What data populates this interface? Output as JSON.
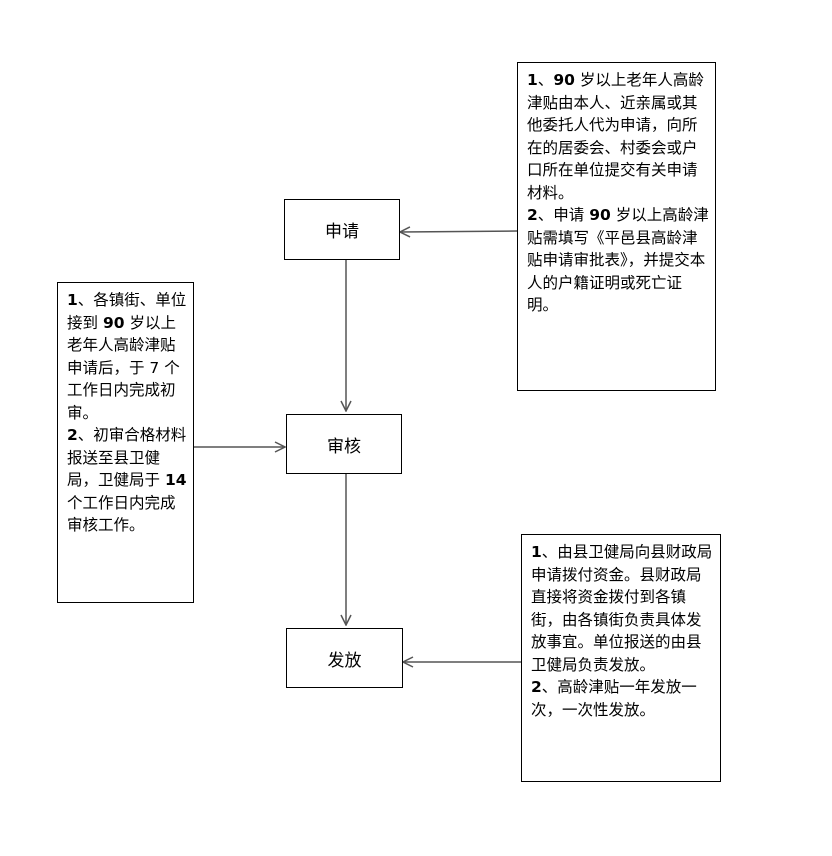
{
  "diagram": {
    "steps": {
      "apply": "申请",
      "review": "审核",
      "issue": "发放"
    },
    "notes": {
      "apply_note": [
        {
          "num": "1",
          "pre": "、",
          "mid_num": "90",
          "text": " 岁以上老年人高龄津贴由本人、近亲属或其他委托人代为申请，向所在的居委会、村委会或户口所在单位提交有关申请材料。"
        },
        {
          "num": "2",
          "pre": "、申请 ",
          "mid_num": "90",
          "text": " 岁以上高龄津贴需填写《平邑县高龄津贴申请审批表》，并提交本人的户籍证明或死亡证明。"
        }
      ],
      "review_note": [
        {
          "num": "1",
          "pre": "、各镇街、单位接到 ",
          "mid_num": "90",
          "text": " 岁以上老年人高龄津贴申请后，于 7 个工作日内完成初审。"
        },
        {
          "num": "2",
          "pre": "、初审合格材料报送至县卫健局，卫健局于 ",
          "mid_num": "14",
          "text": " 个工作日内完成审核工作。"
        }
      ],
      "issue_note": [
        {
          "num": "1",
          "pre": "",
          "mid_num": "",
          "text": "、由县卫健局向县财政局申请拨付资金。县财政局直接将资金拨付到各镇街，由各镇街负责具体发放事宜。单位报送的由县卫健局负责发放。"
        },
        {
          "num": "2",
          "pre": "",
          "mid_num": "",
          "text": "、高龄津贴一年发放一次，一次性发放。"
        }
      ]
    }
  }
}
